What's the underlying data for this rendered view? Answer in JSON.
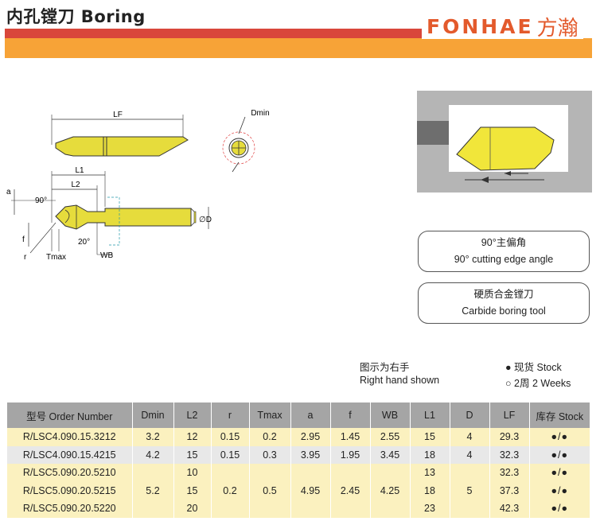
{
  "header": {
    "title": "内孔镗刀 Boring",
    "logo_text": "FONHAE",
    "logo_cn": "方瀚"
  },
  "diagram": {
    "labels": {
      "lf": "LF",
      "dmin": "Dmin",
      "l1": "L1",
      "l2": "L2",
      "a": "a",
      "angle90": "90°",
      "f": "f",
      "r": "r",
      "tmax": "Tmax",
      "angle20": "20°",
      "wb": "WB",
      "d": "∅D"
    }
  },
  "callouts": [
    {
      "cn": "90°主偏角",
      "en": "90° cutting edge angle"
    },
    {
      "cn": "硬质合金镗刀",
      "en": "Carbide boring tool"
    }
  ],
  "notes": {
    "shown_cn": "图示为右手",
    "shown_en": "Right hand shown",
    "stock_label": "● 现货 Stock",
    "weeks_label": "○ 2周 2 Weeks"
  },
  "table": {
    "headers": [
      "型号 Order Number",
      "Dmin",
      "L2",
      "r",
      "Tmax",
      "a",
      "f",
      "WB",
      "L1",
      "D",
      "LF",
      "库存 Stock"
    ],
    "rows": [
      {
        "order": "R/LSC4.090.15.3212",
        "dmin": "3.2",
        "l2": "12",
        "r": "0.15",
        "tmax": "0.2",
        "a": "2.95",
        "f": "1.45",
        "wb": "2.55",
        "l1": "15",
        "d": "4",
        "lf": "29.3",
        "stock": "●/●"
      },
      {
        "order": "R/LSC4.090.15.4215",
        "dmin": "4.2",
        "l2": "15",
        "r": "0.15",
        "tmax": "0.3",
        "a": "3.95",
        "f": "1.95",
        "wb": "3.45",
        "l1": "18",
        "d": "4",
        "lf": "32.3",
        "stock": "●/●"
      },
      {
        "order": "R/LSC5.090.20.5210",
        "l2": "10",
        "l1": "13",
        "lf": "32.3",
        "stock": "●/●"
      },
      {
        "order": "R/LSC5.090.20.5215",
        "l2": "15",
        "l1": "18",
        "lf": "37.3",
        "stock": "●/●"
      },
      {
        "order": "R/LSC5.090.20.5220",
        "l2": "20",
        "l1": "23",
        "lf": "42.3",
        "stock": "●/●"
      }
    ],
    "group": {
      "dmin": "5.2",
      "r": "0.2",
      "tmax": "0.5",
      "a": "4.95",
      "f": "2.45",
      "wb": "4.25",
      "d": "5"
    }
  },
  "colors": {
    "red": "#d9473b",
    "orange": "#f7a337",
    "tool_yellow": "#e6dc3c",
    "header_gray": "#a5a5a5",
    "row_yellow": "#fbf1bf"
  }
}
